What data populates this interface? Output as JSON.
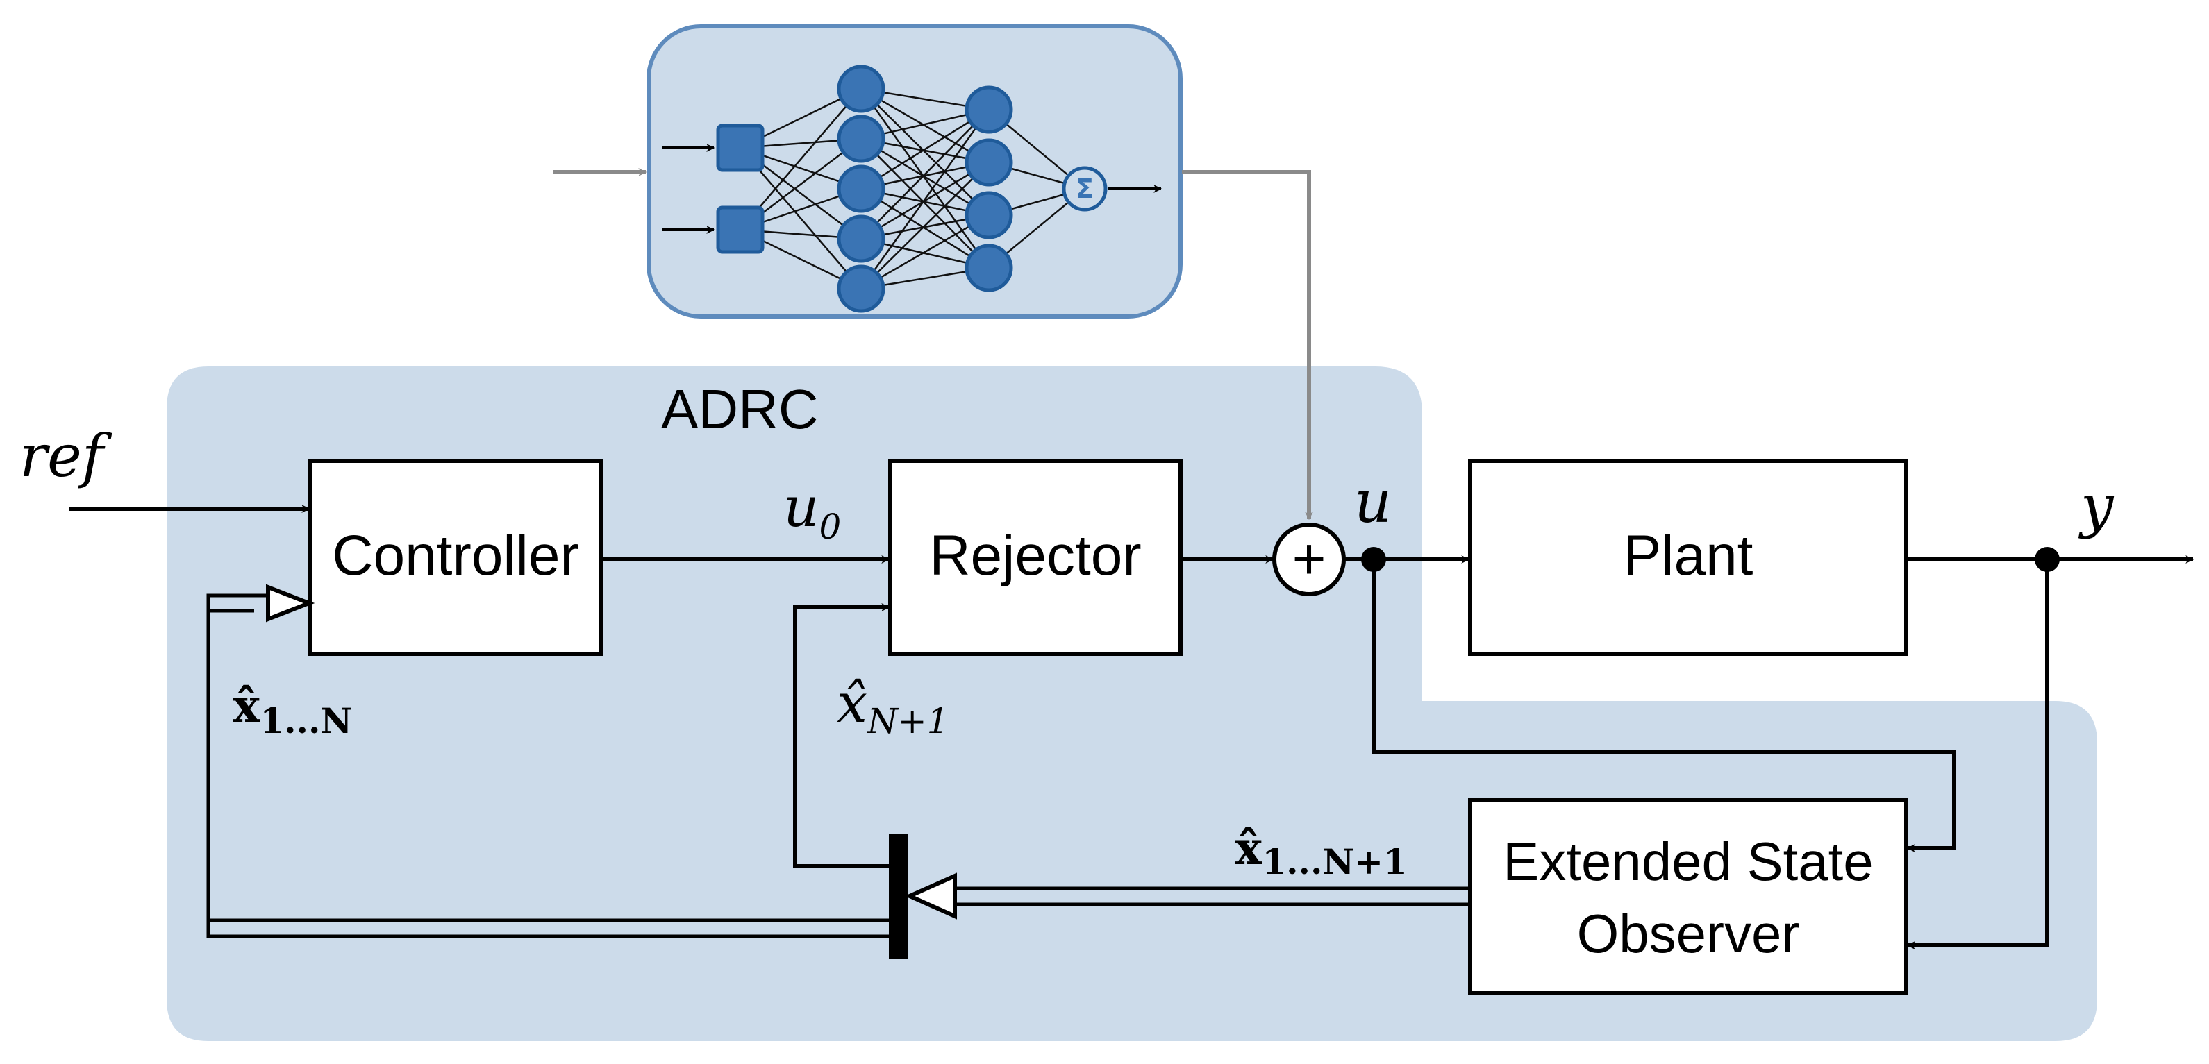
{
  "colors": {
    "region_fill": "#ccdbea",
    "nn_fill": "#ccdbea",
    "nn_border": "#5e8bbd",
    "neuron_fill": "#3a74b4",
    "neuron_stroke": "#1f5b9a",
    "line": "#000000",
    "grey_line": "#8a8a8a"
  },
  "adrc": {
    "label": "ADRC"
  },
  "blocks": {
    "controller": "Controller",
    "rejector": "Rejector",
    "plant": "Plant",
    "eso_line1": "Extended State",
    "eso_line2": "Observer"
  },
  "signals": {
    "ref": "ref",
    "u0_base": "u",
    "u0_sub": "0",
    "u": "u",
    "y": "y",
    "xhat_1N_base": "x̂",
    "xhat_1N_sub": "1...N",
    "xhat_N1_base": "x̂",
    "xhat_N1_sub": "N+1",
    "xhat_1N1_base": "x̂",
    "xhat_1N1_sub": "1...N+1"
  },
  "summing_junction": {
    "symbol": "+"
  },
  "neural_network": {
    "icon": "neural-network-icon",
    "output_symbol": "Σ",
    "layers": [
      2,
      5,
      4,
      1
    ]
  }
}
